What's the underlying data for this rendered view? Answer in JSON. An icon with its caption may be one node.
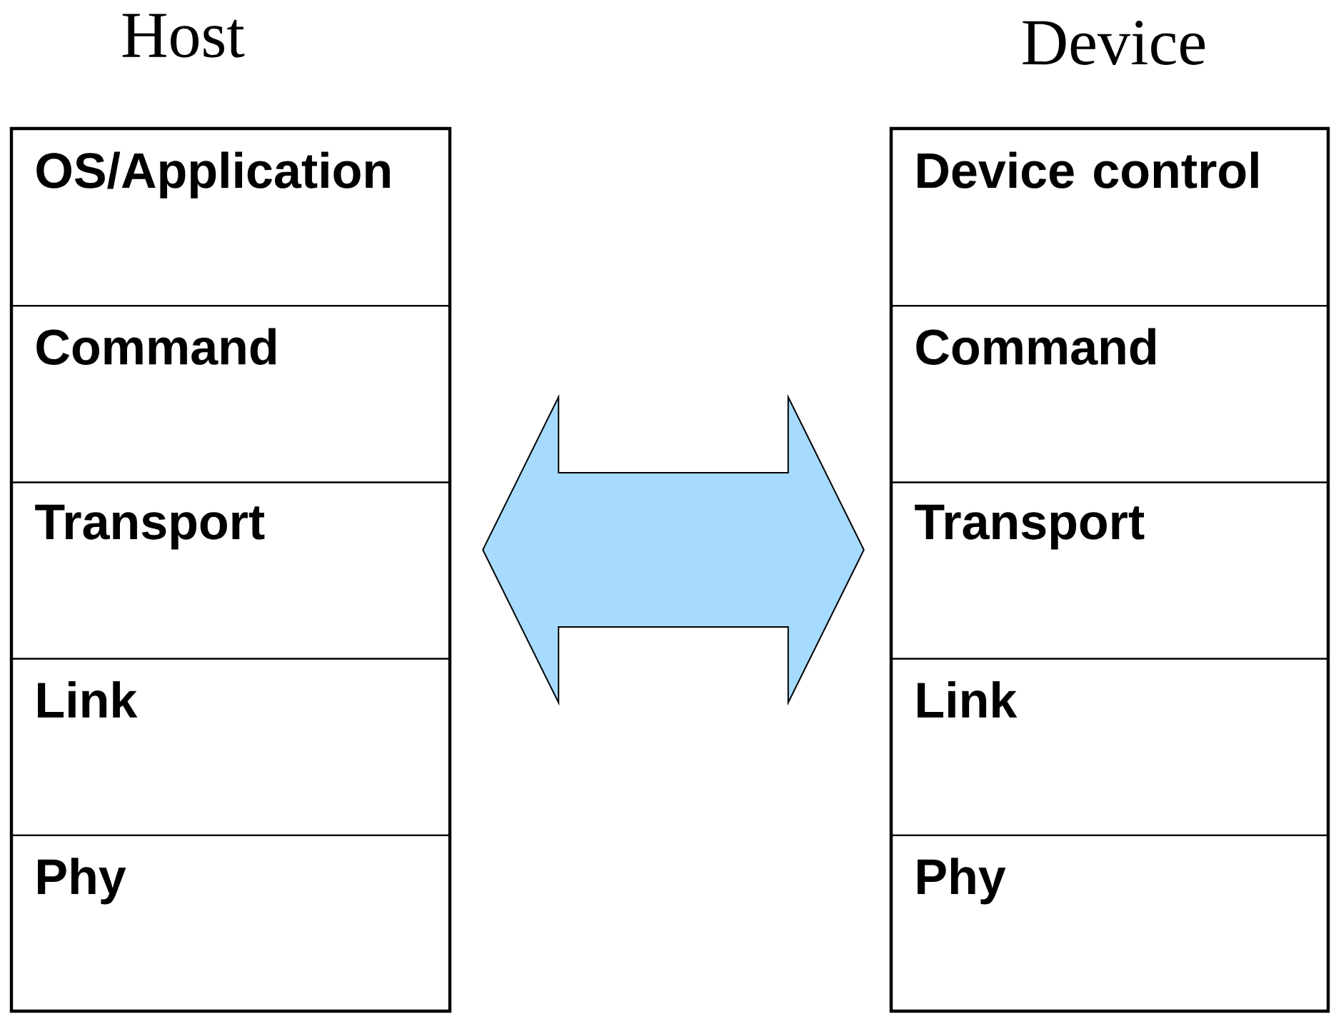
{
  "diagram": {
    "nodes": [
      {
        "text": [
          "Host"
        ]
      },
      {
        "text": [
          "OS/Application"
        ],
        "in": 0
      },
      {
        "text": [
          "Command"
        ],
        "in": 0
      },
      {
        "text": [
          "Transport"
        ],
        "in": 0
      },
      {
        "text": [
          "Link"
        ],
        "in": 0
      },
      {
        "text": [
          "Phy"
        ],
        "in": 0
      },
      {
        "text": [
          "Device"
        ]
      },
      {
        "text": [
          "Device control"
        ],
        "in": 6
      },
      {
        "text": [
          "Command"
        ],
        "in": 6
      },
      {
        "text": [
          "Transport"
        ],
        "in": 6
      },
      {
        "text": [
          "Link"
        ],
        "in": 6
      },
      {
        "text": [
          "Phy"
        ],
        "in": 6
      }
    ],
    "edges": [
      {
        "from": 0,
        "to": 6,
        "arrow": "both"
      }
    ]
  }
}
